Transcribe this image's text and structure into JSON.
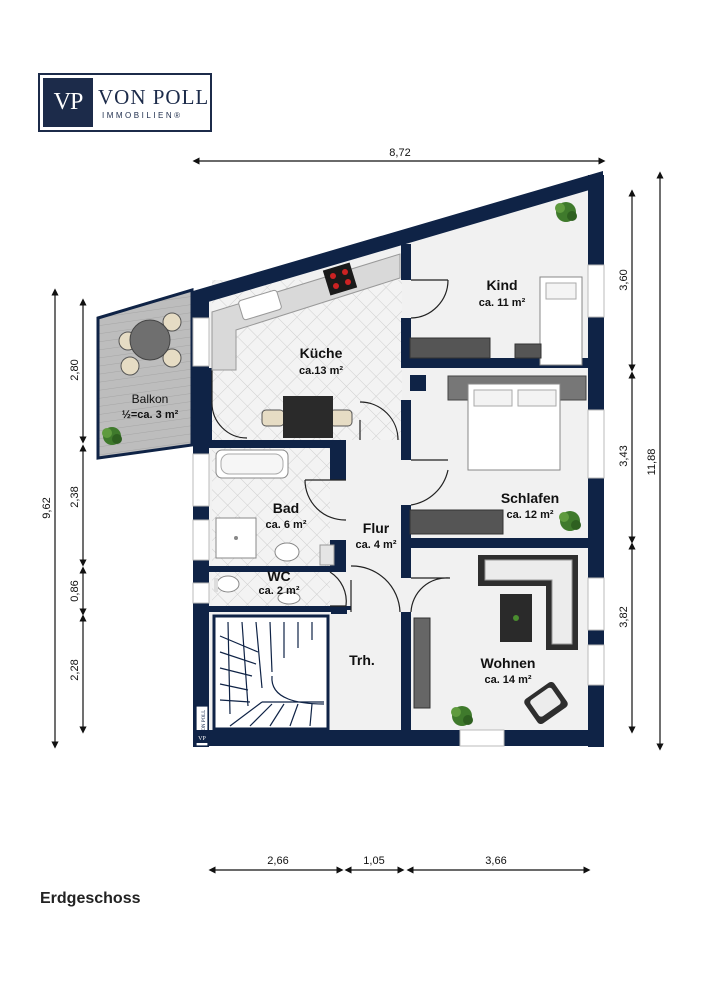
{
  "brand": {
    "mark": "VP",
    "name": "VON POLL",
    "sub": "IMMOBILIEN®"
  },
  "floor_name": "Erdgeschoss",
  "dimensions": {
    "top_width": "8,72",
    "right_kind": "3,60",
    "right_schlafen": "3,43",
    "right_wohnen": "3,82",
    "right_total": "11,88",
    "left_total": "9,62",
    "left_balkon": "2,80",
    "left_bad": "2,38",
    "left_wc": "0,86",
    "left_treppe": "2,28",
    "bottom_left": "2,66",
    "bottom_mid": "1,05",
    "bottom_right": "3,66"
  },
  "rooms": {
    "kind": {
      "name": "Kind",
      "area": "ca. 11 m²"
    },
    "kueche": {
      "name": "Küche",
      "area": "ca.13 m²"
    },
    "balkon": {
      "name": "Balkon",
      "area": "½=ca. 3 m²"
    },
    "bad": {
      "name": "Bad",
      "area": "ca. 6 m²"
    },
    "flur": {
      "name": "Flur",
      "area": "ca. 4 m²"
    },
    "schlafen": {
      "name": "Schlafen",
      "area": "ca. 12 m²"
    },
    "wc": {
      "name": "WC",
      "area": "ca. 2 m²"
    },
    "treppe": {
      "name": "Trh."
    },
    "wohnen": {
      "name": "Wohnen",
      "area": "ca. 14 m²"
    }
  },
  "stamp": {
    "mark": "VP",
    "text": "VON POLL"
  },
  "colors": {
    "wall": "#0f2346",
    "floor": "#f1f1f1",
    "tile_line": "#c9c9c9",
    "balcony": "#b9b9b9",
    "furniture_dark": "#2b2b2b",
    "dimension_line": "#111111",
    "plant": "#3f7a2c"
  }
}
